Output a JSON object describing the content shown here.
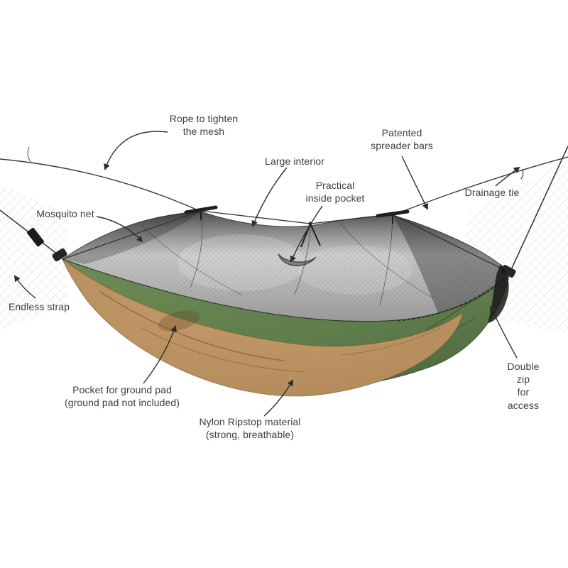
{
  "labels": [
    {
      "id": "rope-to-tighten",
      "text": "Rope to tighten\nthe mesh"
    },
    {
      "id": "patented-spreader-bars",
      "text": "Patented\nspreader bars"
    },
    {
      "id": "large-interior",
      "text": "Large interior"
    },
    {
      "id": "practical-inside-pocket",
      "text": "Practical\ninside pocket"
    },
    {
      "id": "drainage-tie",
      "text": "Drainage tie"
    },
    {
      "id": "mosquito-net",
      "text": "Mosquito net"
    },
    {
      "id": "endless-strap",
      "text": "Endless strap"
    },
    {
      "id": "pocket-for-ground-pad",
      "text": "Pocket for ground pad\n(ground pad not included)"
    },
    {
      "id": "nylon-ripstop",
      "text": "Nylon Ripstop material\n(strong, breathable)"
    },
    {
      "id": "double-zip",
      "text": "Double zip\nfor access"
    }
  ],
  "colors": {
    "background": "#ffffff",
    "mesh_dark": "#2e2e2e",
    "fabric_green": "#5f7d4b",
    "fabric_green_dark": "#48633a",
    "fabric_brown": "#b68e5d",
    "fabric_brown_dark": "#9c7448",
    "line": "#2f2f2f",
    "text": "#3d3d3d"
  }
}
